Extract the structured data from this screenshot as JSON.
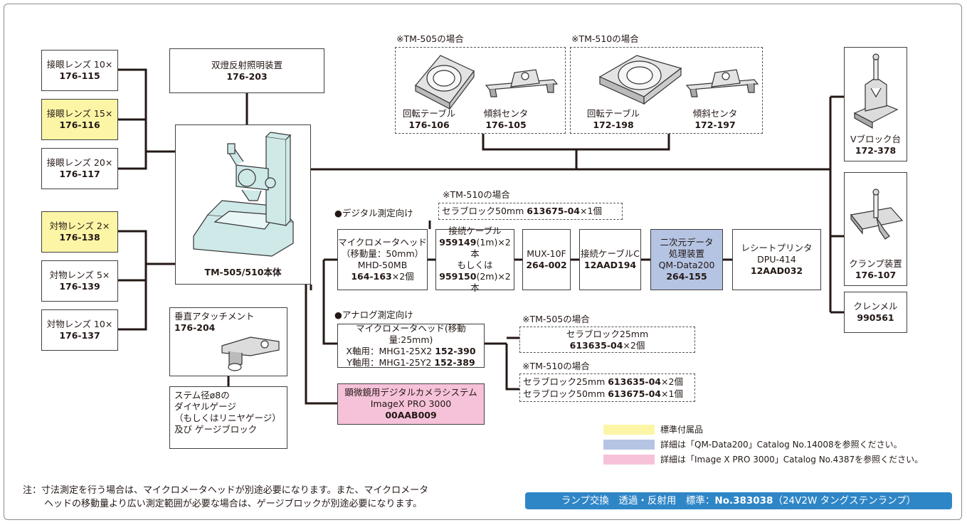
{
  "eyepieces": [
    {
      "name": "接眼レンズ 10×",
      "code": "176-115"
    },
    {
      "name": "接眼レンズ 15×",
      "code": "176-116"
    },
    {
      "name": "接眼レンズ 20×",
      "code": "176-117"
    }
  ],
  "objectives": [
    {
      "name": "対物レンズ 2×",
      "code": "176-138"
    },
    {
      "name": "対物レンズ 5×",
      "code": "176-139"
    },
    {
      "name": "対物レンズ 10×",
      "code": "176-137"
    }
  ],
  "illuminator": {
    "name": "双燈反射照明装置",
    "code": "176-203"
  },
  "main_body": {
    "name": "TM-505/510本体"
  },
  "tm505_group": {
    "title": "※TM-505の場合",
    "rotary_name": "回転テーブル",
    "rotary_code": "176-106",
    "tilt_name": "傾斜センタ",
    "tilt_code": "176-105"
  },
  "tm510_group": {
    "title": "※TM-510の場合",
    "rotary_name": "回転テーブル",
    "rotary_code": "172-198",
    "tilt_name": "傾斜センタ",
    "tilt_code": "172-197"
  },
  "right_items": [
    {
      "name": "Vブロック台",
      "code": "172-378"
    },
    {
      "name": "クランプ装置",
      "code": "176-107"
    },
    {
      "name": "クレンメル",
      "code": "990561"
    }
  ],
  "digital": {
    "heading": "●デジタル測定向け",
    "note_title": "※TM-510の場合",
    "note_text": "セラブロック50mm ",
    "note_code": "613675-04",
    "note_qty": "×1個",
    "head_l1": "マイクロメータヘッド",
    "head_l2": "（移動量：50mm）",
    "head_l3": "MHD-50MB",
    "head_code": "164-163",
    "head_qty": "×2個",
    "cable_title": "接続ケーブル",
    "cable_c1": "959149",
    "cable_c1_s": "(1m)×2本",
    "cable_or": "もしくは",
    "cable_c2": "959150",
    "cable_c2_s": "(2m)×2本",
    "mux_name": "MUX-10F",
    "mux_code": "264-002",
    "cablec_name": "接続ケーブルC",
    "cablec_code": "12AAD194",
    "qm_l1": "二次元データ",
    "qm_l2": "処理装置",
    "qm_l3": "QM-Data200",
    "qm_code": "264-155",
    "printer_l1": "レシートプリンタ",
    "printer_l2": "DPU-414",
    "printer_code": "12AAD032"
  },
  "analog": {
    "heading": "●アナログ測定向け",
    "head_l1": "マイクロメータヘッド(移動量:25mm)",
    "x_text": "X軸用：MHG1-25X2 ",
    "x_code": "152-390",
    "y_text": "Y軸用：MHG1-25Y2 ",
    "y_code": "152-389",
    "tm505_title": "※TM-505の場合",
    "tm505_l1": "セラブロック25mm",
    "tm505_code": "613635-04",
    "tm505_qty": "×2個",
    "tm510_title": "※TM-510の場合",
    "tm510_l1": "セラブロック25mm ",
    "tm510_c1": "613635-04",
    "tm510_q1": "×2個",
    "tm510_l2": "セラブロック50mm ",
    "tm510_c2": "613675-04",
    "tm510_q2": "×1個"
  },
  "vertical_attachment": {
    "name": "垂直アタッチメント",
    "code": "176-204"
  },
  "stem_box": {
    "l1": "ステム径ø8の",
    "l2": "ダイヤルゲージ",
    "l3": "（もしくはリニヤゲージ）",
    "l4": "及び ゲージブロック"
  },
  "camera": {
    "l1": "顕微鏡用デジタルカメラシステム",
    "l2": "ImageX PRO 3000",
    "code": "00AAB009"
  },
  "legend": [
    {
      "color": "#fcf5a6",
      "text": "標準付属品"
    },
    {
      "color": "#b5c4e3",
      "text": "詳細は「QM-Data200」Catalog No.14008を参照ください。"
    },
    {
      "color": "#f6c2d9",
      "text": "詳細は「Image X PRO 3000」Catalog No.4387を参照ください。"
    }
  ],
  "note": {
    "l1": "注：寸法測定を行う場合は、マイクロメータヘッドが別途必要になります。また、マイクロメータ",
    "l2": "ヘッドの移動量より広い測定範囲が必要な場合は、ゲージブロックが別途必要になります。"
  },
  "lamp": {
    "prefix": "ランプ交換　透過・反射用　標準：",
    "code": "No.383038",
    "suffix": "（24V2W タングステンランプ）"
  }
}
